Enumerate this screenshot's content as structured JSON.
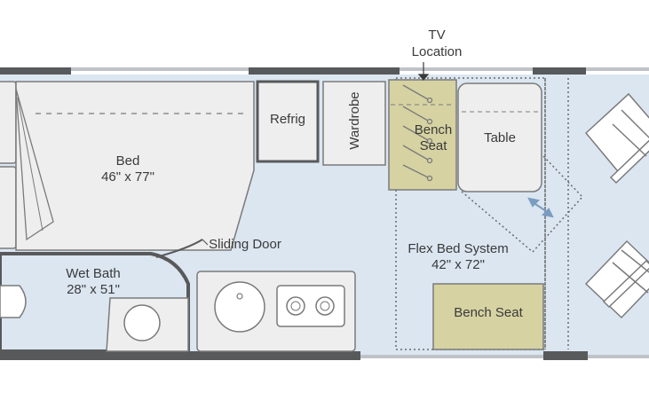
{
  "labels": {
    "tv_location_line1": "TV",
    "tv_location_line2": "Location",
    "refrig": "Refrig",
    "wardrobe": "Wardrobe",
    "bench_seat_top_line1": "Bench",
    "bench_seat_top_line2": "Seat",
    "table": "Table",
    "bed_line1": "Bed",
    "bed_line2": "46\" x 77\"",
    "sliding_door": "Sliding Door",
    "wet_bath_line1": "Wet Bath",
    "wet_bath_line2": "28\" x 51\"",
    "flex_bed_line1": "Flex Bed System",
    "flex_bed_line2": "42\" x 72\"",
    "bench_seat_bottom": "Bench Seat"
  },
  "colors": {
    "floor": "#dbe6f1",
    "wall": "#58595b",
    "furniture": "#eeeeee",
    "bench": "#d6d2a2",
    "outline": "#7a7a7a"
  }
}
